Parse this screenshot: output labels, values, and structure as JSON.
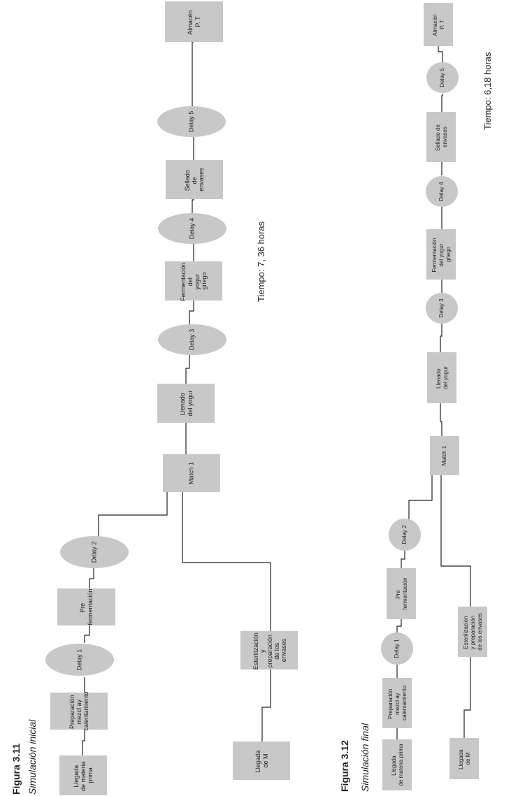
{
  "colors": {
    "node_fill": "#c8c8c8",
    "line": "#222222",
    "background": "#ffffff"
  },
  "fig311": {
    "label": "Figura 3.11",
    "caption": "Simulación inicial",
    "time": "Tiempo: 7, 36 horas",
    "nodes": {
      "llegada_mp": [
        "Llegada",
        "de materia",
        "prima"
      ],
      "preparacion": [
        "Preparación",
        "mezcl ay",
        "calentamiento"
      ],
      "delay1": [
        "Delay 1"
      ],
      "pre_ferm": [
        "Pre",
        "fermentación"
      ],
      "delay2": [
        "Delay 2"
      ],
      "match1": [
        "Match 1"
      ],
      "llenado": [
        "Llenado",
        "del yogur"
      ],
      "delay3": [
        "Delay 3"
      ],
      "fermentacion": [
        "Fermentación",
        "del",
        "yogur",
        "griego"
      ],
      "delay4": [
        "Delay 4"
      ],
      "sellado": [
        "Sellado",
        "de",
        "envases"
      ],
      "delay5": [
        "Delay 5"
      ],
      "almacen": [
        "Almacén",
        "P. T"
      ],
      "esterilizacion": [
        "Esterilización",
        "y",
        "preparación",
        "de los",
        "envases"
      ],
      "llegada_m": [
        "Llegada",
        "de M"
      ]
    }
  },
  "fig312": {
    "label": "Figura 3.12",
    "caption": "Simulación final",
    "time": "Tiempo: 6,18 horas",
    "nodes": {
      "llegada_mp": [
        "Llegada",
        "de materia prima"
      ],
      "preparacion": [
        "Preparación",
        "mezcl ay",
        "calentamiento"
      ],
      "delay1": [
        "Delay 1"
      ],
      "pre_ferm": [
        "Pre",
        "fermentación"
      ],
      "delay2": [
        "Delay 2"
      ],
      "match1": [
        "Match 1"
      ],
      "llenado": [
        "Llenado",
        "del yogur"
      ],
      "delay3": [
        "Delay 3"
      ],
      "fermentacion": [
        "Fermentación",
        "del yogur",
        "griego"
      ],
      "delay4": [
        "Delay 4"
      ],
      "sellado": [
        "Sellado de",
        "envases"
      ],
      "delay5": [
        "Delay 5"
      ],
      "almacen": [
        "Almacén",
        "P. T"
      ],
      "esterilizacion": [
        "Esterilización",
        "y preparación",
        "de los envases"
      ],
      "llegada_m": [
        "Llegada",
        "de M"
      ]
    }
  }
}
